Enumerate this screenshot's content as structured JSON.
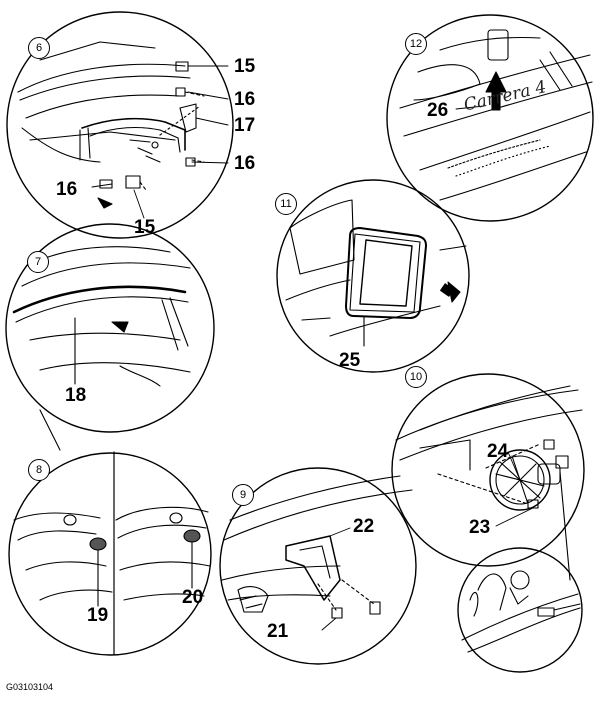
{
  "figure_code": "G03103104",
  "model_badge_text": "Carrera 4",
  "steps": [
    "6",
    "7",
    "8",
    "9",
    "10",
    "11",
    "12"
  ],
  "callouts": [
    "15",
    "16",
    "16",
    "17",
    "16",
    "15",
    "18",
    "19",
    "20",
    "21",
    "22",
    "23",
    "24",
    "25",
    "26"
  ]
}
